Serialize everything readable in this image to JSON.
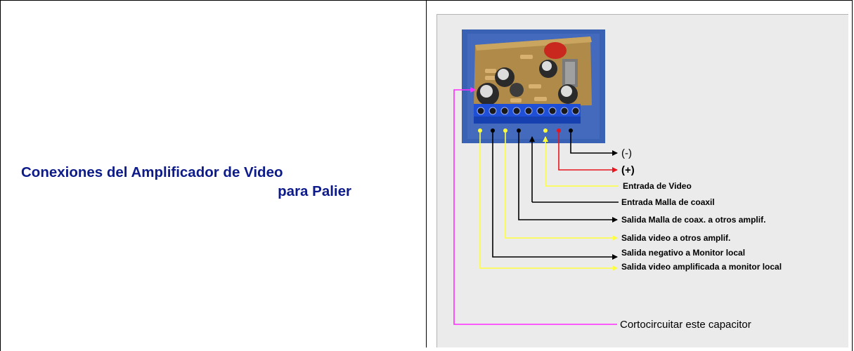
{
  "title": {
    "line1": "Conexiones del Amplificador de Video",
    "line2": "para Palier"
  },
  "labels": {
    "neg": "(-)",
    "pos": "(+)",
    "video_in": "Entrada de Video",
    "coax_mesh_in": "Entrada Malla de coaxil",
    "coax_mesh_out": "Salida Malla de coax. a otros amplif.",
    "video_out_amps": "Salida video a otros amplif.",
    "neg_monitor": "Salida negativo a Monitor local",
    "video_out_monitor": "Salida video amplificada a monitor local",
    "capacitor": "Cortocircuitar este capacitor"
  },
  "colors": {
    "title": "#0c1a8a",
    "black_wire": "#000000",
    "red_wire": "#e8141e",
    "yellow_wire": "#ffff3c",
    "magenta_wire": "#ff2cff",
    "board_bg": "#3a62b4"
  }
}
